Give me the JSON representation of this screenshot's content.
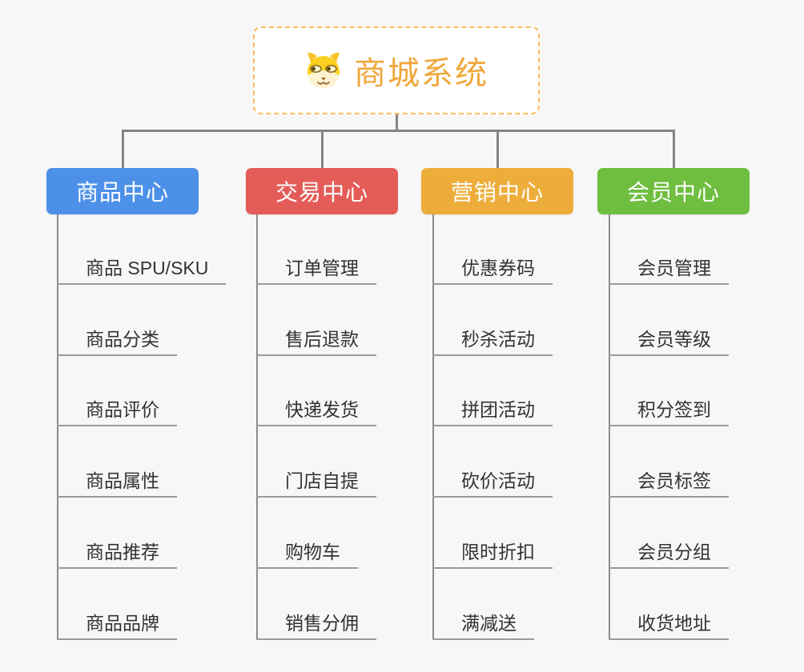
{
  "root": {
    "title": "商城系统",
    "icon": "dog-face-icon",
    "text_color": "#f0a73c",
    "border_color": "#f5be5e"
  },
  "branches": [
    {
      "label": "商品中心",
      "color": "#4d90e8",
      "children": [
        "商品 SPU/SKU",
        "商品分类",
        "商品评价",
        "商品属性",
        "商品推荐",
        "商品品牌"
      ]
    },
    {
      "label": "交易中心",
      "color": "#e45c58",
      "children": [
        "订单管理",
        "售后退款",
        "快递发货",
        "门店自提",
        "购物车",
        "销售分佣"
      ]
    },
    {
      "label": "营销中心",
      "color": "#edad3b",
      "children": [
        "优惠券码",
        "秒杀活动",
        "拼团活动",
        "砍价活动",
        "限时折扣",
        "满减送"
      ]
    },
    {
      "label": "会员中心",
      "color": "#6fbe3f",
      "children": [
        "会员管理",
        "会员等级",
        "积分签到",
        "会员标签",
        "会员分组",
        "收货地址"
      ]
    }
  ],
  "colors": {
    "background": "#f7f7f7",
    "connector": "#848484",
    "leaf_underline": "#9b9b9b",
    "leaf_text": "#333333"
  }
}
